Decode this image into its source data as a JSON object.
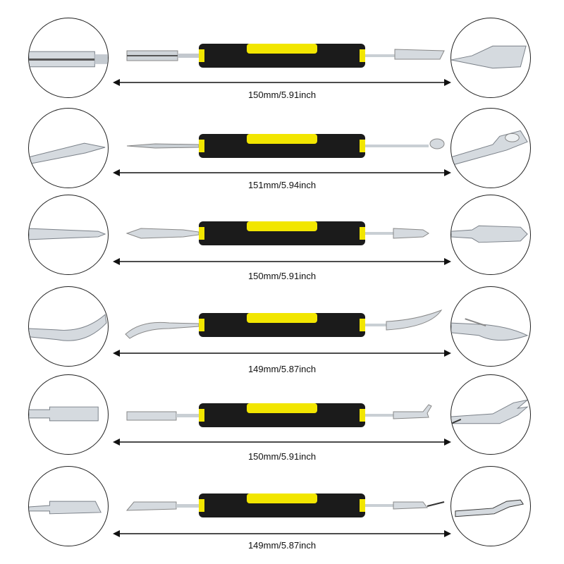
{
  "rows": [
    {
      "label": "150mm/5.91inch",
      "left_tip": "serrated-scraper",
      "right_tip": "angled-blade"
    },
    {
      "label": "151mm/5.94inch",
      "left_tip": "pointed-flat",
      "right_tip": "hooked-spoon"
    },
    {
      "label": "150mm/5.91inch",
      "left_tip": "tapered-flat",
      "right_tip": "rounded-paddle"
    },
    {
      "label": "149mm/5.87inch",
      "left_tip": "curved-spatula",
      "right_tip": "curved-blade"
    },
    {
      "label": "150mm/5.91inch",
      "left_tip": "square-flat",
      "right_tip": "forked-tip"
    },
    {
      "label": "149mm/5.87inch",
      "left_tip": "angled-flat",
      "right_tip": "bent-hook"
    }
  ],
  "colors": {
    "handle_black": "#1b1b1b",
    "handle_yellow": "#f2e600",
    "steel": "#c9cfd4"
  }
}
